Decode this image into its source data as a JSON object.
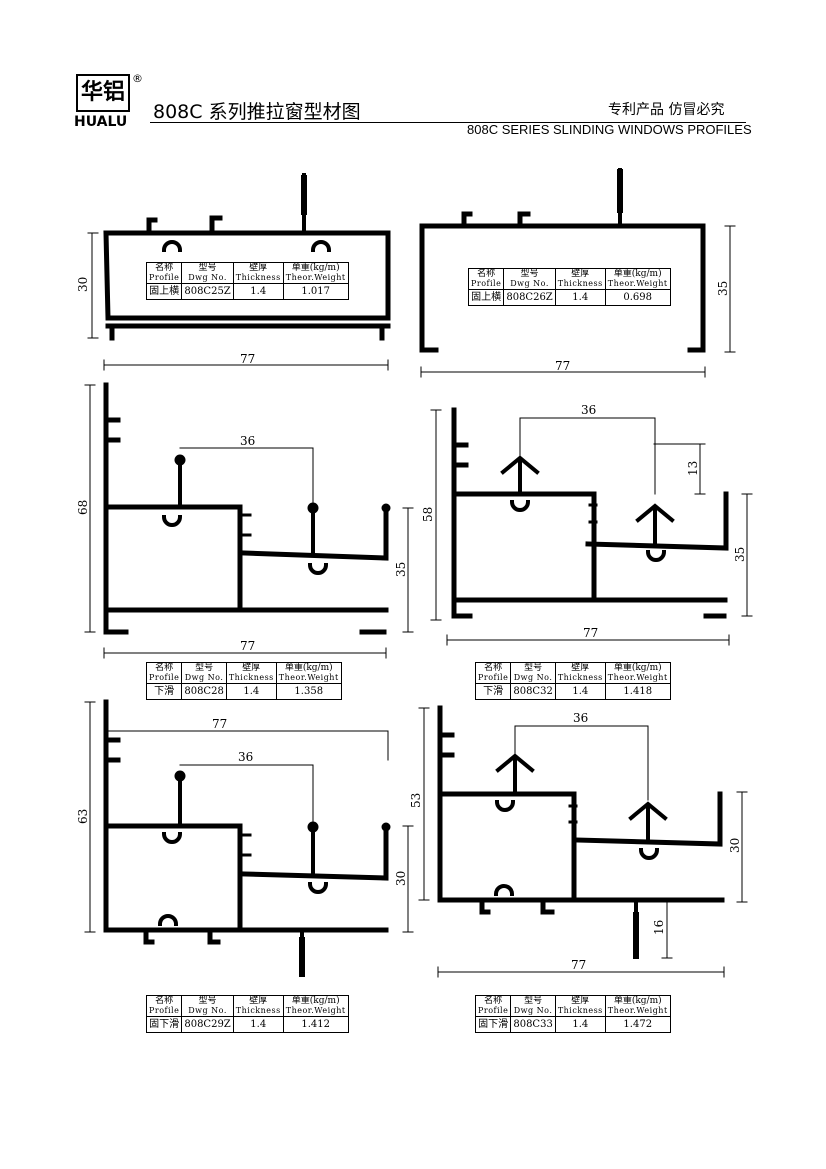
{
  "header": {
    "logo_cn": "华铝",
    "logo_reg": "®",
    "logo_en": "HUALU",
    "title_cn": "808C 系列推拉窗型材图",
    "patent": "专利产品  仿冒必究",
    "title_en": "808C SERIES SLINDING WINDOWS PROFILES"
  },
  "table_headers": {
    "name_cn": "名称",
    "name_en": "Profile",
    "no_cn": "型号",
    "no_en": "Dwg No.",
    "thick_cn": "壁厚",
    "thick_en": "Thickness",
    "weight_cn": "单重(kg/m)",
    "weight_en": "Theor.Weight"
  },
  "profiles": [
    {
      "name": "固上横",
      "dwg": "808C25Z",
      "thickness": "1.4",
      "weight": "1.017",
      "dims": {
        "width": "77",
        "height": "30"
      }
    },
    {
      "name": "固上横",
      "dwg": "808C26Z",
      "thickness": "1.4",
      "weight": "0.698",
      "dims": {
        "width": "77",
        "height": "35"
      }
    },
    {
      "name": "下滑",
      "dwg": "808C28",
      "thickness": "1.4",
      "weight": "1.358",
      "dims": {
        "width": "77",
        "height": "68",
        "track": "36",
        "inner": "35"
      }
    },
    {
      "name": "下滑",
      "dwg": "808C32",
      "thickness": "1.4",
      "weight": "1.418",
      "dims": {
        "width": "77",
        "height": "58",
        "track": "36",
        "rise": "13",
        "inner": "35"
      }
    },
    {
      "name": "固下滑",
      "dwg": "808C29Z",
      "thickness": "1.4",
      "weight": "1.412",
      "dims": {
        "width": "77",
        "height": "63",
        "track": "36",
        "inner": "30"
      }
    },
    {
      "name": "固下滑",
      "dwg": "808C33",
      "thickness": "1.4",
      "weight": "1.472",
      "dims": {
        "width": "77",
        "height": "53",
        "track": "36",
        "inner": "30",
        "foot": "16"
      }
    }
  ]
}
